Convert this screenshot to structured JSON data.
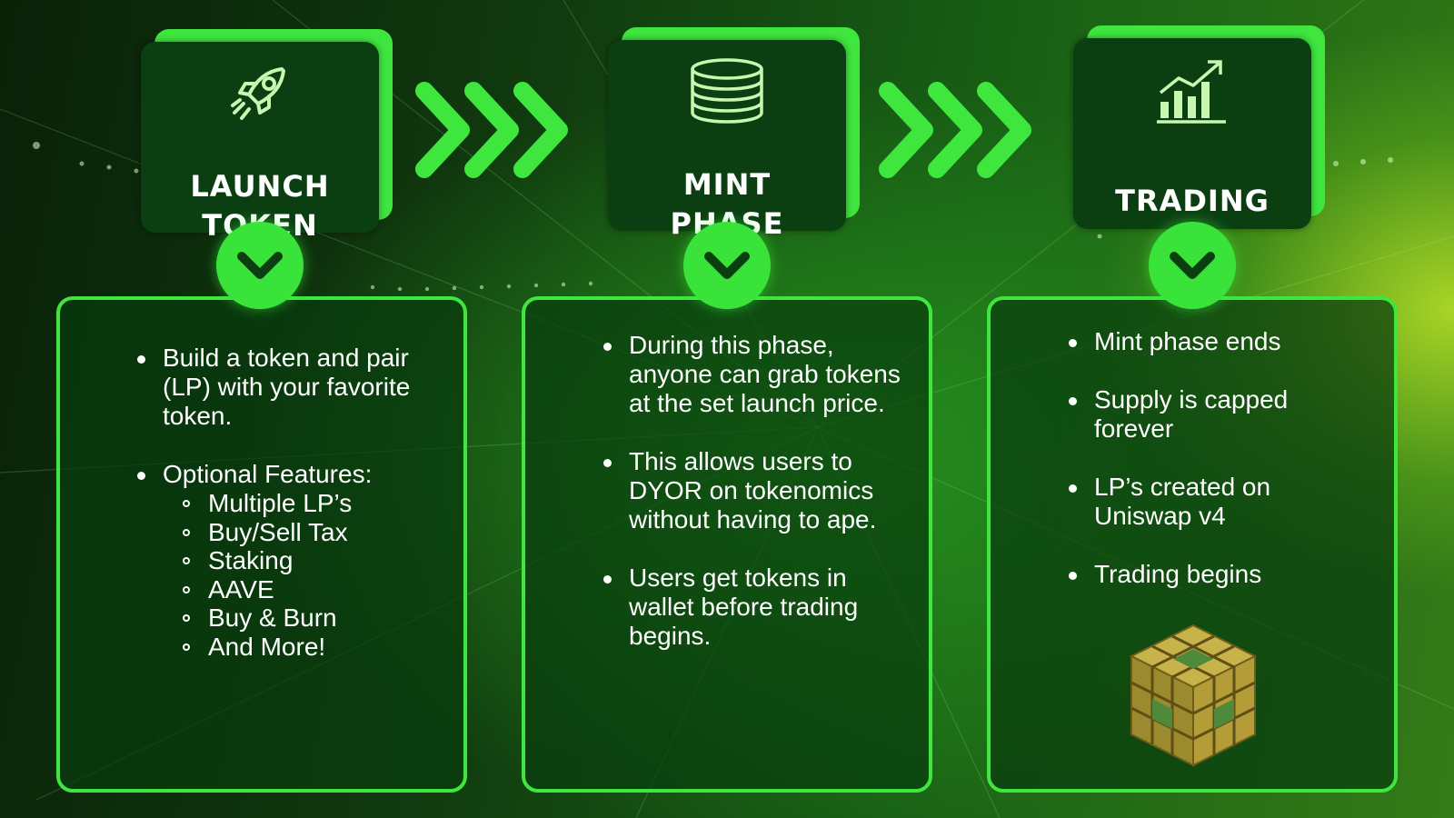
{
  "colors": {
    "accent_green": "#3ee63e",
    "header_dark_green": "#0b3f12",
    "card_fill": "#083c0e",
    "text": "#ffffff"
  },
  "steps": [
    {
      "title": "LAUNCH\nTOKEN",
      "icon": "rocket-icon",
      "bullets": [
        {
          "text": "Build a token and pair (LP) with your favorite token."
        },
        {
          "text": "Optional Features:",
          "sub": [
            "Multiple LP’s",
            "Buy/Sell Tax",
            "Staking",
            "AAVE",
            "Buy & Burn",
            "And More!"
          ]
        }
      ]
    },
    {
      "title": "MINT\nPHASE",
      "icon": "coin-stack-icon",
      "bullets": [
        {
          "text": "During this phase, anyone can grab tokens at the set launch price."
        },
        {
          "text": "This allows users to DYOR on tokenomics without having to ape."
        },
        {
          "text": "Users get tokens in wallet before trading begins."
        }
      ]
    },
    {
      "title": "TRADING",
      "icon": "growth-chart-icon",
      "bullets": [
        {
          "text": "Mint phase ends"
        },
        {
          "text": "Supply is capped forever"
        },
        {
          "text": "LP’s created on Uniswap v4"
        },
        {
          "text": "Trading begins"
        }
      ],
      "decoration": "gold-cube-icon"
    }
  ],
  "connectors": [
    "triple-chevron-right-icon",
    "triple-chevron-right-icon"
  ],
  "step_badge_icon": "chevron-down-icon"
}
